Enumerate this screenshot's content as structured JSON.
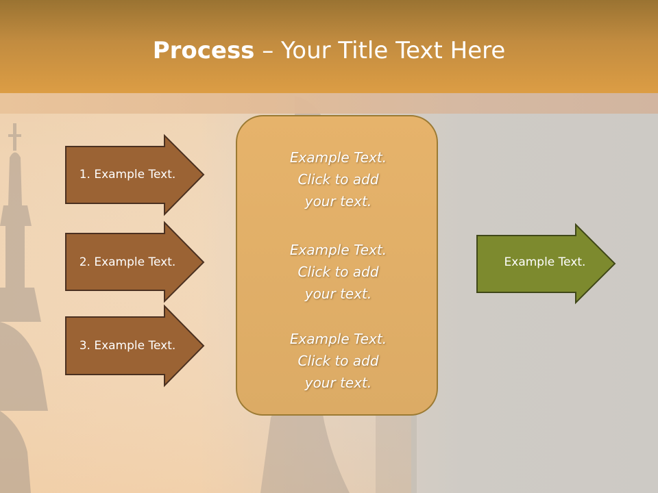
{
  "title": {
    "bold": "Process",
    "rest": " – Your Title Text Here"
  },
  "steps": [
    {
      "label": "1. Example Text."
    },
    {
      "label": "2. Example Text."
    },
    {
      "label": "3. Example Text."
    }
  ],
  "center_box": {
    "blocks": [
      {
        "lines": [
          "Example Text.",
          "Click  to add",
          "your text."
        ]
      },
      {
        "lines": [
          "Example Text.",
          "Click  to add",
          "your text."
        ]
      },
      {
        "lines": [
          "Example Text.",
          "Click  to add",
          "your text."
        ]
      }
    ]
  },
  "result": {
    "label": "Example Text."
  },
  "colors": {
    "step_arrow_fill": "#9b6334",
    "step_arrow_border": "#4a3020",
    "center_box_fill": "#e3b069",
    "center_box_border": "#9b7a33",
    "result_arrow_fill": "#7d8a2e",
    "result_arrow_border": "#3f4718",
    "header_fill": "#dc9d44"
  }
}
